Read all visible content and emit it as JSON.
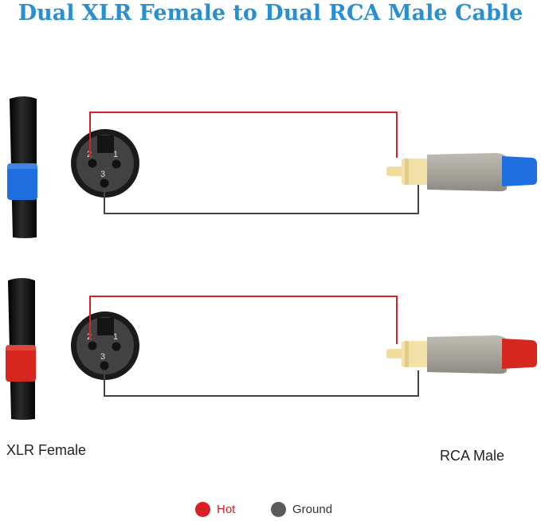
{
  "title": "Dual XLR Female to Dual RCA Male Cable",
  "labels": {
    "left": "XLR Female",
    "right": "RCA Male"
  },
  "legend": {
    "hot": {
      "label": "Hot",
      "color": "#d92027"
    },
    "ground": {
      "label": "Ground",
      "color": "#5b5b5b"
    }
  },
  "pins": {
    "pin1": "1",
    "pin2": "2",
    "pin3": "3"
  },
  "connectors": [
    {
      "channel_color": "#1f6fe0"
    },
    {
      "channel_color": "#d6261e"
    }
  ],
  "colors": {
    "wire_ground": "#444444",
    "rca_body": "#a9a69e",
    "rca_tip": "#f0dc9c",
    "xlr_body": "#111111"
  }
}
